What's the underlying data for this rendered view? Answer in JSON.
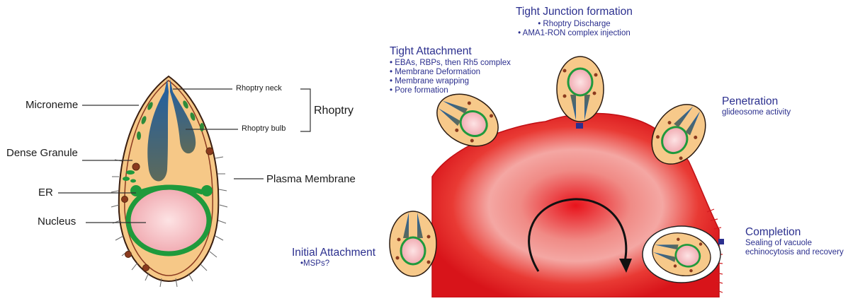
{
  "left_labels": {
    "microneme": "Microneme",
    "dense_granule": "Dense Granule",
    "er": "ER",
    "nucleus": "Nucleus",
    "rhoptry_neck": "Rhoptry neck",
    "rhoptry_bulb": "Rhoptry bulb",
    "rhoptry": "Rhoptry",
    "plasma_membrane": "Plasma Membrane"
  },
  "stages": {
    "tight_junction": {
      "title": "Tight Junction formation",
      "items": [
        "• Rhoptry Discharge",
        "• AMA1-RON complex injection"
      ]
    },
    "tight_attachment": {
      "title": "Tight Attachment",
      "items": [
        "• EBAs, RBPs, then Rh5 complex",
        "• Membrane Deformation",
        "• Membrane wrapping",
        "• Pore formation"
      ]
    },
    "penetration": {
      "title": "Penetration",
      "items": [
        "glideosome activity"
      ]
    },
    "completion": {
      "title": "Completion",
      "items": [
        "Sealing of vacuole",
        "echinocytosis and recovery"
      ]
    },
    "initial_attachment": {
      "title": "Initial Attachment",
      "items": [
        "•MSPs?"
      ]
    }
  },
  "colors": {
    "label_text": "#1a1a1a",
    "stage_text": "#2b2f8e",
    "cytoplasm": "#f6c887",
    "nucleus": "#f2b4b9",
    "er_green": "#1f9a3c",
    "rhoptry_blue": "#2f6da0",
    "rbc_red": "#e0141b"
  }
}
